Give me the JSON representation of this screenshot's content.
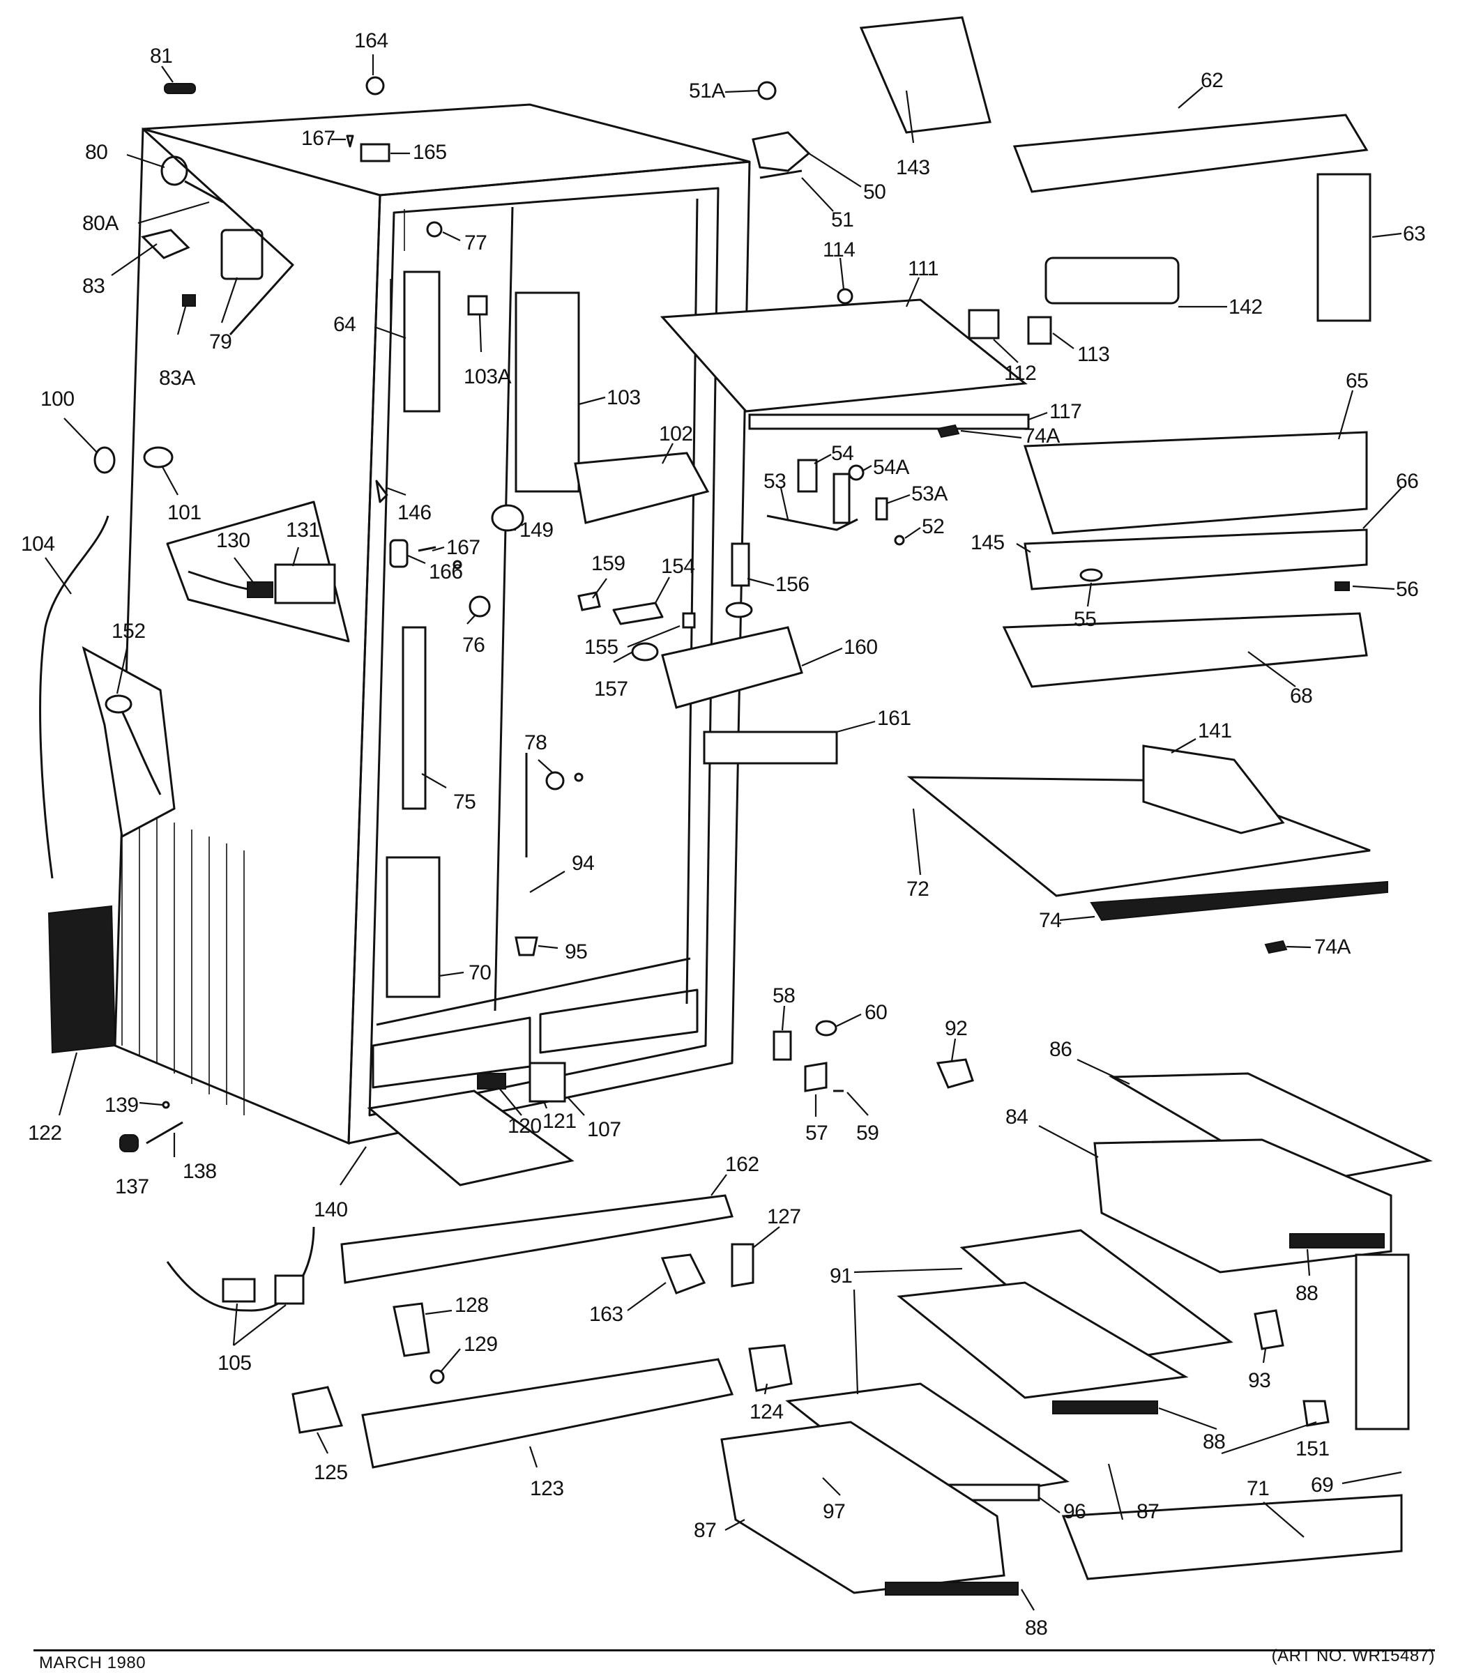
{
  "footer": {
    "date": "MARCH 1980",
    "art_no": "(ART NO. WR15487)"
  },
  "callouts": {
    "c81": "81",
    "c164": "164",
    "c80": "80",
    "c167a": "167",
    "c165": "165",
    "c80A": "80A",
    "c83": "83",
    "c79": "79",
    "c83A": "83A",
    "c77": "77",
    "c64": "64",
    "c103A": "103A",
    "c100": "100",
    "c101": "101",
    "c104": "104",
    "c146": "146",
    "c149": "149",
    "c167b": "167",
    "c166": "166",
    "c130": "130",
    "c131": "131",
    "c152": "152",
    "c76": "76",
    "c75": "75",
    "c78": "78",
    "c94": "94",
    "c95": "95",
    "c70": "70",
    "c122": "122",
    "c139": "139",
    "c138": "138",
    "c137": "137",
    "c140": "140",
    "c120": "120",
    "c121": "121",
    "c107": "107",
    "c51A": "51A",
    "c143": "143",
    "c62": "62",
    "c50": "50",
    "c51": "51",
    "c63": "63",
    "c114": "114",
    "c111": "111",
    "c142": "142",
    "c112": "112",
    "c113": "113",
    "c103": "103",
    "c117": "117",
    "c102": "102",
    "c74A": "74A",
    "c65": "65",
    "c54": "54",
    "c54A": "54A",
    "c53": "53",
    "c53A": "53A",
    "c52": "52",
    "c66": "66",
    "c145": "145",
    "c156": "156",
    "c159": "159",
    "c154": "154",
    "c55": "55",
    "c56": "56",
    "c155": "155",
    "c160": "160",
    "c157": "157",
    "c68": "68",
    "c161": "161",
    "c141": "141",
    "c72": "72",
    "c74": "74",
    "c74Ab": "74A",
    "c58": "58",
    "c60": "60",
    "c92": "92",
    "c86": "86",
    "c57": "57",
    "c59": "59",
    "c84": "84",
    "c162": "162",
    "c127": "127",
    "c105": "105",
    "c128": "128",
    "c129": "129",
    "c163": "163",
    "c91": "91",
    "c88a": "88",
    "c93": "93",
    "c124": "124",
    "c123": "123",
    "c125": "125",
    "c97": "97",
    "c96": "96",
    "c87a": "87",
    "c87b": "87",
    "c88b": "88",
    "c151": "151",
    "c69": "69",
    "c71": "71",
    "c88c": "88"
  }
}
